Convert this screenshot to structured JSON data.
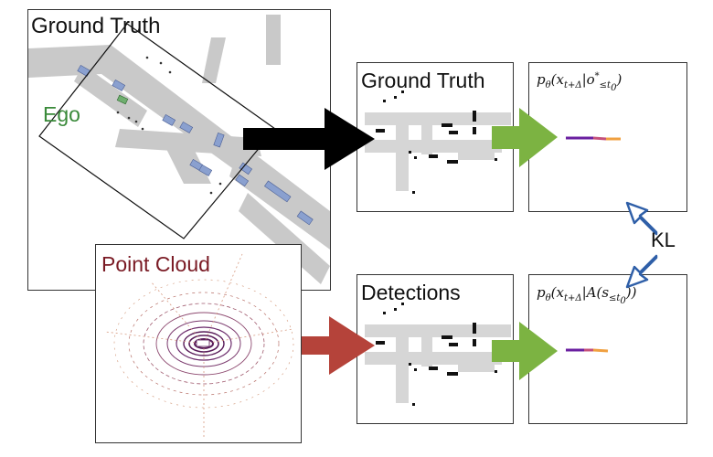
{
  "panels": {
    "ground_truth_map": {
      "title": "Ground Truth",
      "ego_label": "Ego"
    },
    "point_cloud": {
      "title": "Point Cloud"
    },
    "gt_raster": {
      "title": "Ground Truth"
    },
    "gt_prediction": {
      "formula_prefix": "p",
      "formula_theta": "θ",
      "formula_body": "(x",
      "formula_sub1": "t+Δ",
      "formula_mid": "|o",
      "formula_sup": "*",
      "formula_sub2": "≤t",
      "formula_sub2b": "0",
      "formula_end": ")"
    },
    "det_raster": {
      "title": "Detections"
    },
    "det_prediction": {
      "formula_prefix": "p",
      "formula_theta": "θ",
      "formula_body": "(x",
      "formula_sub1": "t+Δ",
      "formula_mid": "|A(s",
      "formula_sub2": "≤t",
      "formula_sub2b": "0",
      "formula_end": "))"
    }
  },
  "kl_label": "KL",
  "colors": {
    "ego_green": "#3a8a3a",
    "point_cloud_title": "#7a1a24",
    "arrow_black": "#000000",
    "arrow_green": "#7cb342",
    "arrow_brown": "#b5433a",
    "arrow_blue_outline": "#2f5fa8",
    "road_gray": "#c7c7c7",
    "lane_blue": "#7f96c4",
    "cloud_purple": "#5a1d5a",
    "traj_purple": "#6a1fa0",
    "traj_orange": "#f0a040"
  }
}
